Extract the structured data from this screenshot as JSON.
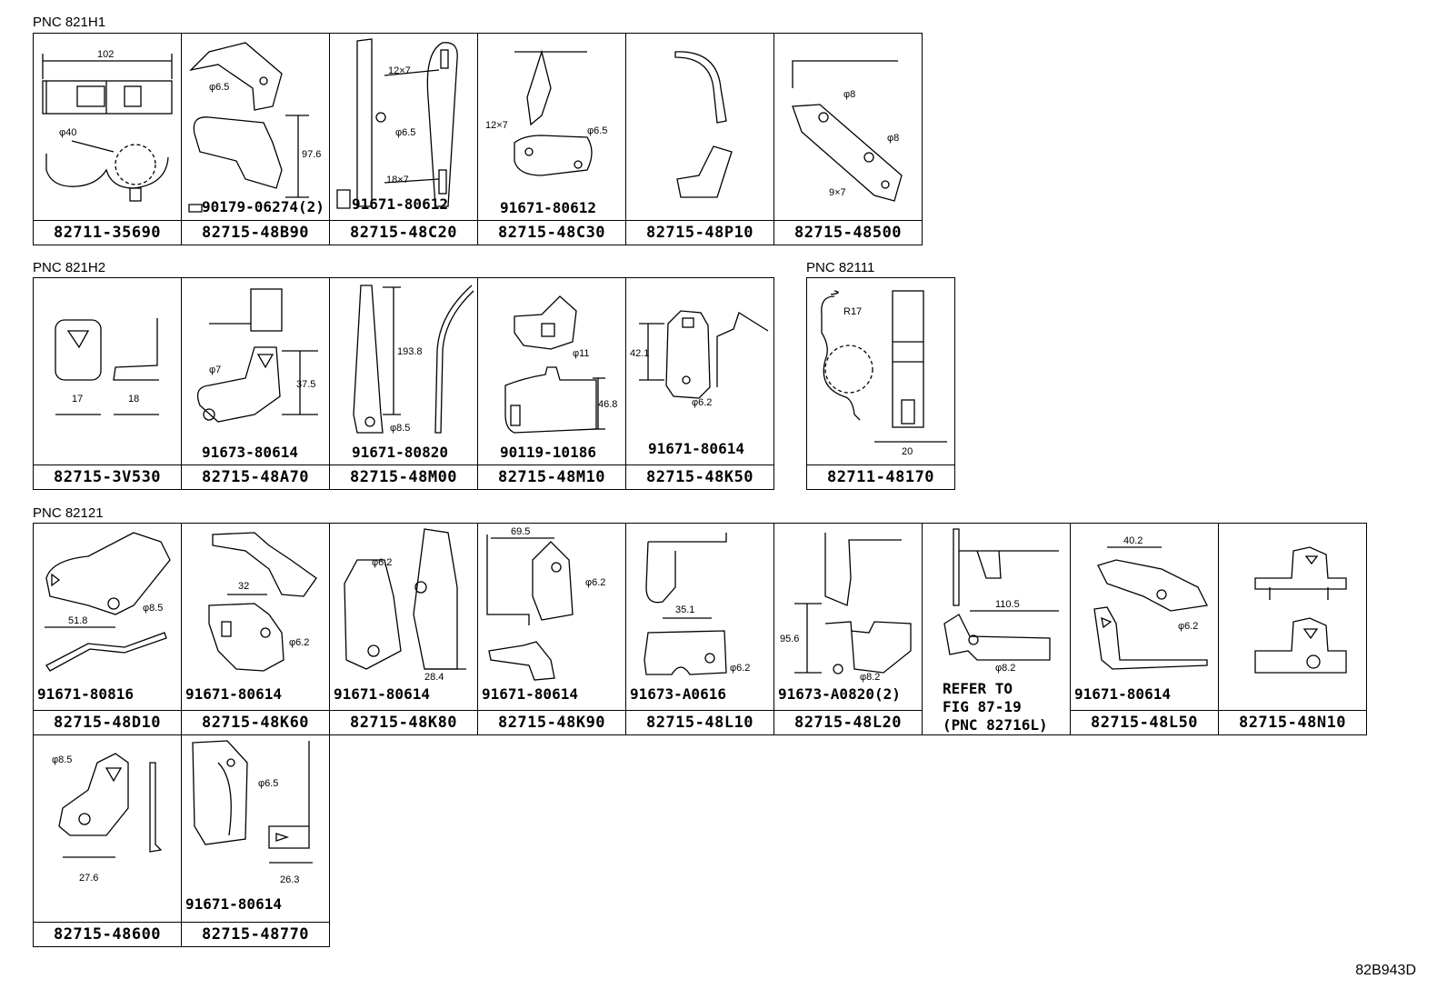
{
  "sections": {
    "s1": "PNC 821H1",
    "s2": "PNC 821H2",
    "s3": "PNC 82111",
    "s4": "PNC 82121"
  },
  "row1": [
    {
      "pn": "82711-35690",
      "fastener": "",
      "dims": [
        "102",
        "φ40"
      ]
    },
    {
      "pn": "82715-48B90",
      "fastener": "90179-06274(2)",
      "dims": [
        "φ6.5",
        "97.6"
      ]
    },
    {
      "pn": "82715-48C20",
      "fastener": "91671-80612",
      "dims": [
        "12×7",
        "φ6.5",
        "18×7"
      ]
    },
    {
      "pn": "82715-48C30",
      "fastener": "91671-80612",
      "dims": [
        "12×7",
        "φ6.5"
      ]
    },
    {
      "pn": "82715-48P10",
      "fastener": "",
      "dims": []
    },
    {
      "pn": "82715-48500",
      "fastener": "",
      "dims": [
        "φ8",
        "φ8",
        "9×7"
      ]
    }
  ],
  "row2": [
    {
      "pn": "82715-3V530",
      "fastener": "",
      "dims": [
        "17",
        "18"
      ]
    },
    {
      "pn": "82715-48A70",
      "fastener": "91673-80614",
      "dims": [
        "φ7",
        "37.5"
      ]
    },
    {
      "pn": "82715-48M00",
      "fastener": "91671-80820",
      "dims": [
        "193.8",
        "φ8.5"
      ]
    },
    {
      "pn": "82715-48M10",
      "fastener": "90119-10186",
      "dims": [
        "φ11",
        "46.8"
      ]
    },
    {
      "pn": "82715-48K50",
      "fastener": "91671-80614",
      "dims": [
        "42.1",
        "φ6.2"
      ]
    },
    {
      "pn": "82711-48170",
      "fastener": "",
      "dims": [
        "R17",
        "20"
      ]
    }
  ],
  "row3": [
    {
      "pn": "82715-48D10",
      "fastener": "91671-80816",
      "dims": [
        "51.8",
        "φ8.5"
      ]
    },
    {
      "pn": "82715-48K60",
      "fastener": "91671-80614",
      "dims": [
        "32",
        "φ6.2"
      ]
    },
    {
      "pn": "82715-48K80",
      "fastener": "91671-80614",
      "dims": [
        "φ6.2",
        "28.4"
      ]
    },
    {
      "pn": "82715-48K90",
      "fastener": "91671-80614",
      "dims": [
        "69.5",
        "φ6.2"
      ]
    },
    {
      "pn": "82715-48L10",
      "fastener": "91673-A0616",
      "dims": [
        "35.1",
        "φ6.2"
      ]
    },
    {
      "pn": "82715-48L20",
      "fastener": "91673-A0820(2)",
      "dims": [
        "95.6",
        "φ8.2"
      ]
    },
    {
      "pn": "",
      "fastener": "",
      "refer": "REFER TO\nFIG 87-19\n(PNC 82716L)",
      "dims": [
        "110.5",
        "φ8.2"
      ]
    },
    {
      "pn": "82715-48L50",
      "fastener": "91671-80614",
      "dims": [
        "40.2",
        "φ6.2"
      ]
    },
    {
      "pn": "82715-48N10",
      "fastener": "",
      "dims": []
    }
  ],
  "row4": [
    {
      "pn": "82715-48600",
      "fastener": "",
      "dims": [
        "φ8.5",
        "27.6"
      ]
    },
    {
      "pn": "82715-48770",
      "fastener": "91671-80614",
      "dims": [
        "φ6.5",
        "26.3"
      ]
    }
  ],
  "drawing_id": "82B943D"
}
